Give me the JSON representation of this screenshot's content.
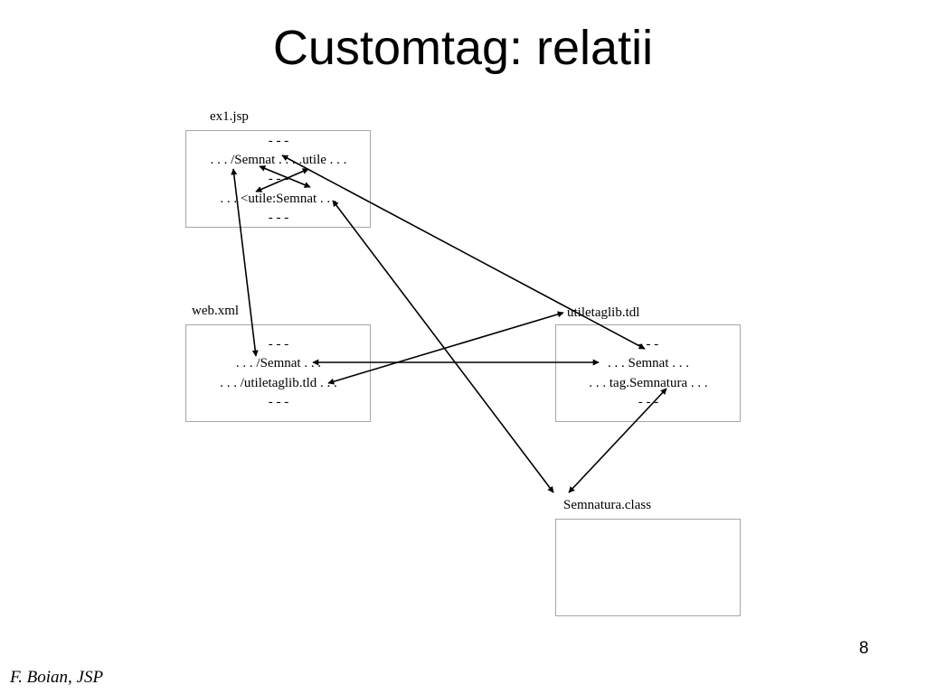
{
  "title": "Customtag: relatii",
  "boxes": {
    "ex1": {
      "label": "ex1.jsp",
      "lines": [
        "- - -",
        ". . . /Semnat . . . .utile . . .",
        "- - -",
        ". . . <utile:Semnat . . .",
        "- - -"
      ]
    },
    "web": {
      "label": "web.xml",
      "lines": [
        "- - -",
        ". . . /Semnat . . .",
        ". . . /utiletaglib.tld . . .",
        "- - -"
      ]
    },
    "tld": {
      "label": "utiletaglib.tdl",
      "lines": [
        "- - -",
        ". . . Semnat . . .",
        ". . . tag.Semnatura . . .",
        "- - -"
      ]
    },
    "cls": {
      "label": "Semnatura.class"
    }
  },
  "footer": {
    "author": "F. Boian, JSP",
    "page_number": "8"
  }
}
